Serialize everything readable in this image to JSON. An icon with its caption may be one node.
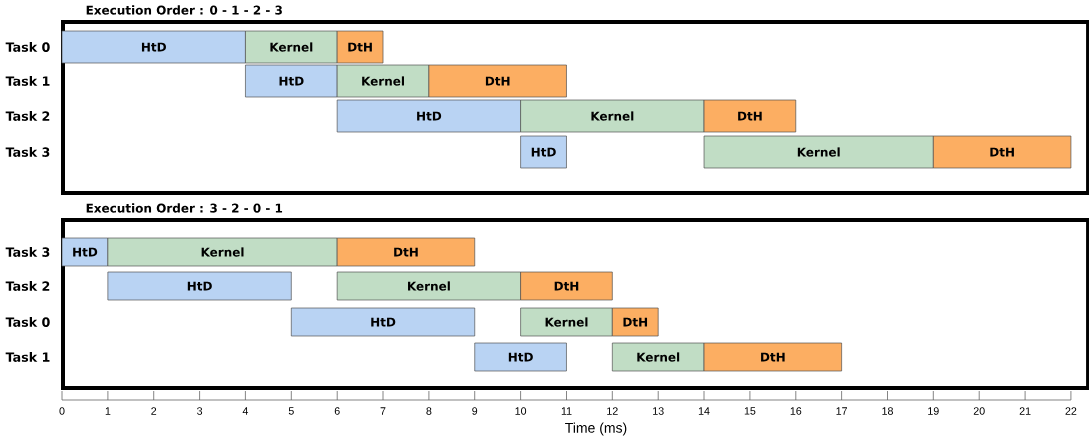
{
  "diagram": {
    "nodes": [
      {
        "text": [
          "Execution Order : 0 - 1 - 2 - 3"
        ]
      },
      {
        "text": [
          "HtD"
        ],
        "in": 0
      },
      {
        "text": [
          "Kernel"
        ],
        "in": 0
      },
      {
        "text": [
          "DtH"
        ],
        "in": 0
      },
      {
        "text": [
          "HtD"
        ],
        "in": 0
      },
      {
        "text": [
          "Kernel"
        ],
        "in": 0
      },
      {
        "text": [
          "DtH"
        ],
        "in": 0
      },
      {
        "text": [
          "HtD"
        ],
        "in": 0
      },
      {
        "text": [
          "Kernel"
        ],
        "in": 0
      },
      {
        "text": [
          "DtH"
        ],
        "in": 0
      },
      {
        "text": [
          "HtD"
        ],
        "in": 0
      },
      {
        "text": [
          "Kernel"
        ],
        "in": 0
      },
      {
        "text": [
          "DtH"
        ],
        "in": 0
      },
      {
        "text": [
          "Execution Order : 3 - 2 - 0 - 1"
        ]
      },
      {
        "text": [
          "HtD"
        ],
        "in": 13
      },
      {
        "text": [
          "Kernel"
        ],
        "in": 13
      },
      {
        "text": [
          "DtH"
        ],
        "in": 13
      },
      {
        "text": [
          "HtD"
        ],
        "in": 13
      },
      {
        "text": [
          "Kernel"
        ],
        "in": 13
      },
      {
        "text": [
          "DtH"
        ],
        "in": 13
      },
      {
        "text": [
          "HtD"
        ],
        "in": 13
      },
      {
        "text": [
          "Kernel"
        ],
        "in": 13
      },
      {
        "text": [
          "DtH"
        ],
        "in": 13
      },
      {
        "text": [
          "HtD"
        ],
        "in": 13
      },
      {
        "text": [
          "Kernel"
        ],
        "in": 13
      },
      {
        "text": [
          "DtH"
        ],
        "in": 13
      }
    ],
    "labels": [
      "Task 0",
      "Task 1",
      "Task 2",
      "Task 3",
      "Task 3",
      "Task 2",
      "Task 0",
      "Task 1",
      "0",
      "1",
      "2",
      "3",
      "4",
      "5",
      "6",
      "7",
      "8",
      "9",
      "10",
      "11",
      "12",
      "13",
      "14",
      "15",
      "16",
      "17",
      "18",
      "19",
      "20",
      "21",
      "22",
      "Time (ms)"
    ]
  }
}
